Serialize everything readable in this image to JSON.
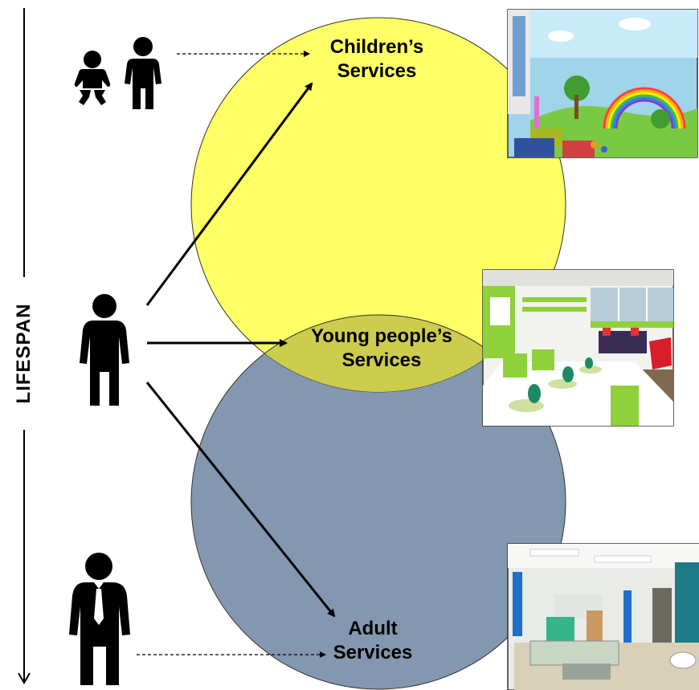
{
  "lifespan_label": "LIFESPAN",
  "services": {
    "children": {
      "line1": "Children’s",
      "line2": "Services"
    },
    "young": {
      "line1": "Young people’s",
      "line2": "Services"
    },
    "adult": {
      "line1": "Adult",
      "line2": "Services"
    }
  },
  "colors": {
    "children_circle": "#ffff66",
    "adult_circle": "#8497b0",
    "overlap": "#cccc4d"
  },
  "icons": [
    "baby-icon",
    "child-icon",
    "teen-icon",
    "adult-man-icon",
    "playroom-photo",
    "teen-lounge-photo",
    "hospital-ward-photo"
  ]
}
